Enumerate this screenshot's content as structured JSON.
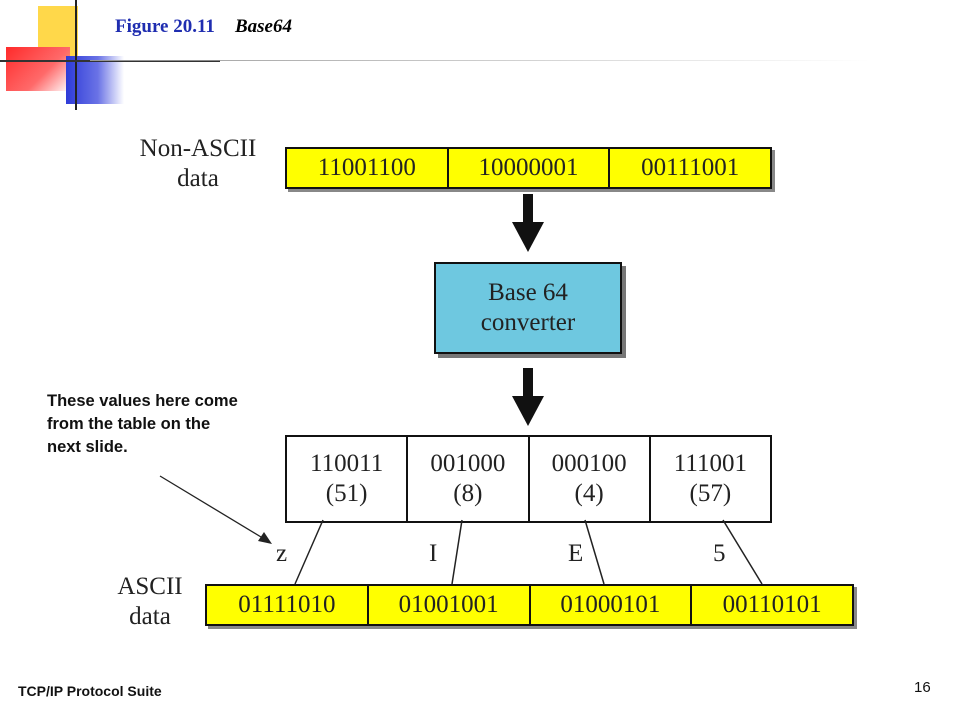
{
  "figure": {
    "number": "Figure 20.11",
    "title": "Base64"
  },
  "input": {
    "label_line1": "Non-ASCII",
    "label_line2": "data",
    "bytes": [
      "11001100",
      "10000001",
      "00111001"
    ]
  },
  "converter": {
    "line1": "Base 64",
    "line2": "converter"
  },
  "groups": [
    {
      "bits": "110011",
      "value": "(51)"
    },
    {
      "bits": "001000",
      "value": "(8)"
    },
    {
      "bits": "000100",
      "value": "(4)"
    },
    {
      "bits": "111001",
      "value": "(57)"
    }
  ],
  "chars": [
    "z",
    "I",
    "E",
    "5"
  ],
  "output": {
    "label_line1": "ASCII",
    "label_line2": "data",
    "bytes": [
      "01111010",
      "01001001",
      "01000101",
      "00110101"
    ]
  },
  "note": "These values here come from the table on the next slide.",
  "footer": {
    "suite": "TCP/IP Protocol Suite",
    "page": "16"
  }
}
